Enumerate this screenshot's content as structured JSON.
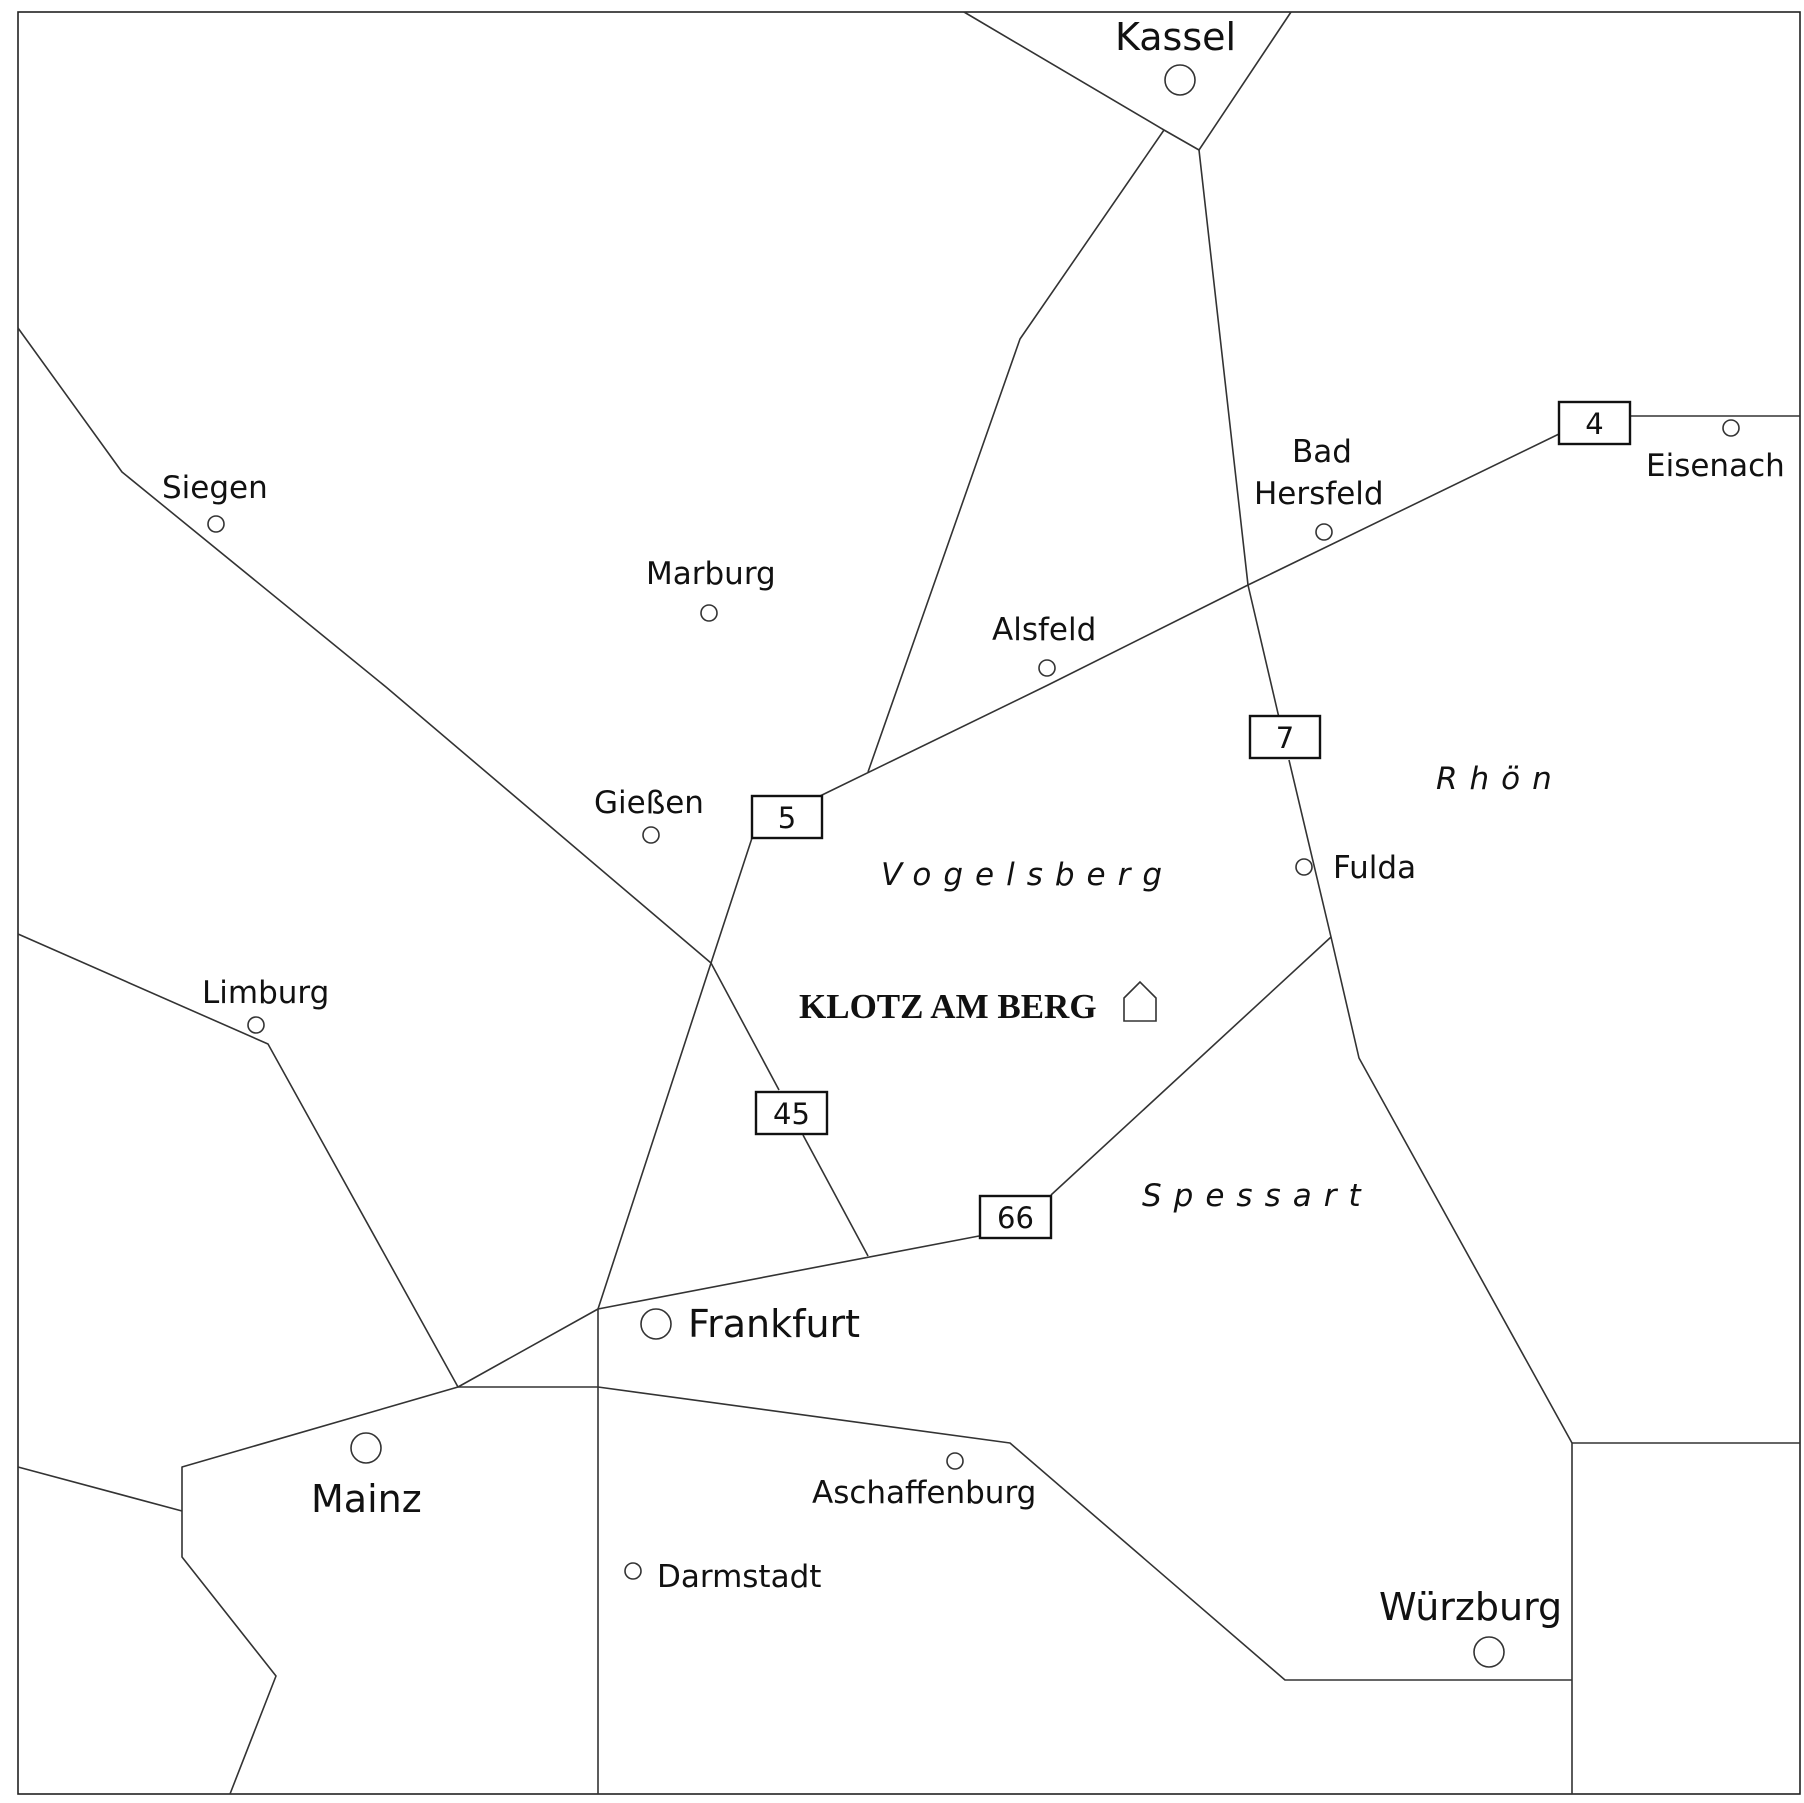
{
  "cities": {
    "kassel": "Kassel",
    "frankfurt": "Frankfurt",
    "mainz": "Mainz",
    "wuerzburg": "Würzburg",
    "siegen": "Siegen",
    "marburg": "Marburg",
    "bad": "Bad",
    "hersfeld": "Hersfeld",
    "eisenach": "Eisenach",
    "alsfeld": "Alsfeld",
    "giessen": "Gießen",
    "fulda": "Fulda",
    "limburg": "Limburg",
    "aschaffenburg": "Aschaffenburg",
    "darmstadt": "Darmstadt"
  },
  "regions": {
    "rhoen": "Rhön",
    "vogelsberg": "Vogelsberg",
    "spessart": "Spessart"
  },
  "shields": {
    "a4": "4",
    "a5": "5",
    "a7": "7",
    "a45": "45",
    "a66": "66"
  },
  "destination": {
    "label": "KLOTZ AM BERG",
    "icon": "house-icon"
  }
}
